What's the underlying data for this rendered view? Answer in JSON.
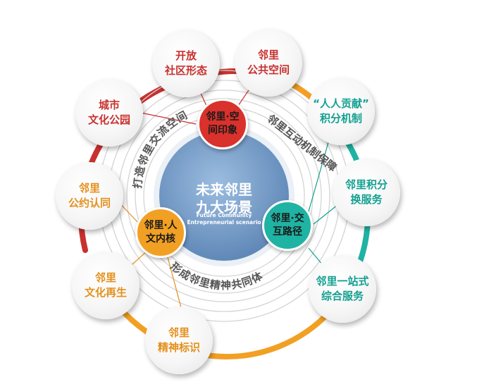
{
  "center": {
    "title_line1": "未来邻里",
    "title_line2": "九大场景",
    "subtitle_line1": "Future Community",
    "subtitle_line2": "Entrepreneurial scenario"
  },
  "hubs": [
    {
      "line1": "邻里·空",
      "line2": "间印象",
      "color": "#d9312b"
    },
    {
      "line1": "邻里·人",
      "line2": "文内核",
      "color": "#f2a023"
    },
    {
      "line1": "邻里·交",
      "line2": "互路径",
      "color": "#1fb3a3"
    }
  ],
  "arc_texts": [
    "打造邻里交流空间",
    "邻里互动机制保障",
    "形成邻里精神共同体"
  ],
  "satellites": [
    {
      "line1": "开放",
      "line2": "社区形态",
      "color": "#c8312f"
    },
    {
      "line1": "邻里",
      "line2": "公共空间",
      "color": "#c8312f"
    },
    {
      "line1": "“人人贡献”",
      "line2": "积分机制",
      "color": "#14a091"
    },
    {
      "line1": "邻里积分",
      "line2": "换服务",
      "color": "#14a091"
    },
    {
      "line1": "邻里一站式",
      "line2": "综合服务",
      "color": "#14a091"
    },
    {
      "line1": "邻里",
      "line2": "精神标识",
      "color": "#e4901c"
    },
    {
      "line1": "邻里",
      "line2": "文化再生",
      "color": "#e4901c"
    },
    {
      "line1": "邻里",
      "line2": "公约认同",
      "color": "#e4901c"
    },
    {
      "line1": "城市",
      "line2": "文化公园",
      "color": "#c8312f"
    }
  ],
  "colors": {
    "red": "#c8312f",
    "orange": "#f2a023",
    "teal": "#1fb3a3",
    "center_blue": "#7fa6cc",
    "arc_text": "#555555"
  }
}
